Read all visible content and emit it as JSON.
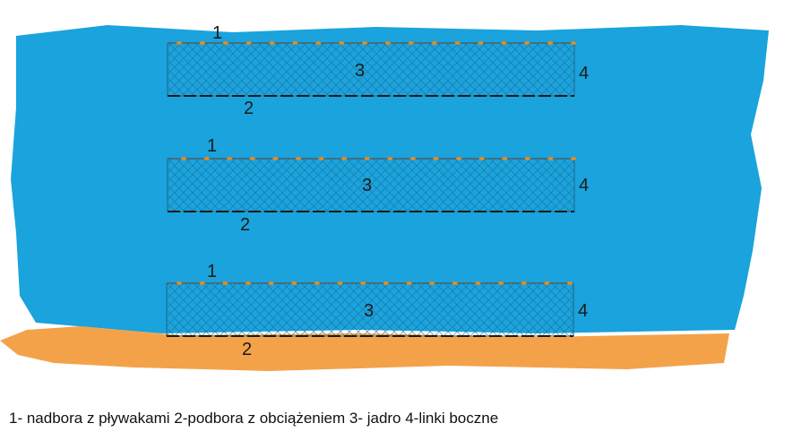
{
  "colors": {
    "water": "#1aa3dc",
    "seabed": "#f4a24a",
    "net_line": "#1f6f9a",
    "float": "#e8891f",
    "headrope": "#555555",
    "footrope": "#1a1a1a"
  },
  "nets": [
    {
      "label_float": "1",
      "label_weight": "2",
      "label_core": "3",
      "label_side": "4"
    },
    {
      "label_float": "1",
      "label_weight": "2",
      "label_core": "3",
      "label_side": "4"
    },
    {
      "label_float": "1",
      "label_weight": "2",
      "label_core": "3",
      "label_side": "4"
    }
  ],
  "caption": "1- nadbora z pływakami  2-podbora z obciążeniem  3- jadro 4-linki boczne"
}
